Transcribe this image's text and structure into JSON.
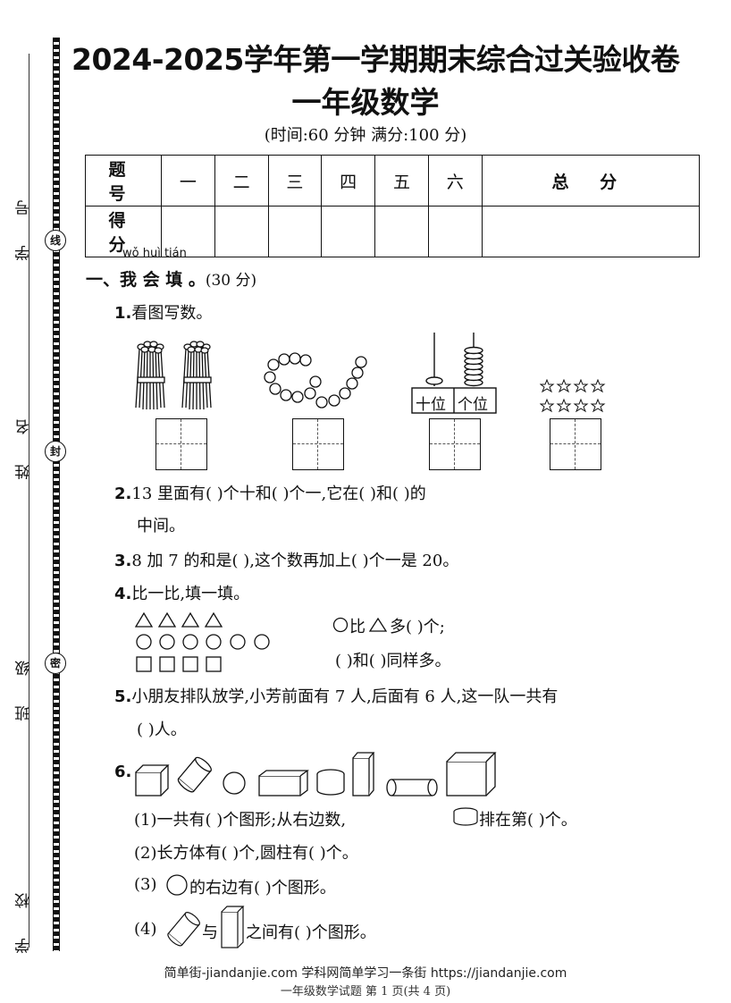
{
  "side": {
    "labels": [
      "学 号",
      "姓 名",
      "班 级",
      "学 校"
    ],
    "seals": [
      "线",
      "封",
      "密"
    ]
  },
  "header": {
    "title": "2024-2025学年第一学期期末综合过关验收卷",
    "subject": "一年级数学",
    "time_info": "(时间:60 分钟   满分:100 分)"
  },
  "score_table": {
    "row1_label": "题 号",
    "row2_label": "得 分",
    "columns": [
      "一",
      "二",
      "三",
      "四",
      "五",
      "六",
      "总 分"
    ]
  },
  "section1": {
    "pinyin": "wǒ huì tián",
    "title": "一、我 会 填 。",
    "points": "(30 分)"
  },
  "questions": {
    "q1": {
      "num": "1.",
      "text": "看图写数。",
      "abacus_tens": "十位",
      "abacus_ones": "个位"
    },
    "q2": {
      "num": "2.",
      "line1": "13 里面有(     )个十和(     )个一,它在(     )和(     )的",
      "line2": "中间。"
    },
    "q3": {
      "num": "3.",
      "text": "8 加 7 的和是(     ),这个数再加上(     )个一是 20。"
    },
    "q4": {
      "num": "4.",
      "text": "比一比,填一填。",
      "line1": "比",
      "line1b": "多(     )个;",
      "line2": "(     )和(     )同样多。"
    },
    "q5": {
      "num": "5.",
      "line1": "小朋友排队放学,小芳前面有 7 人,后面有 6 人,这一队一共有",
      "line2": "(     )人。"
    },
    "q6": {
      "num": "6.",
      "s1a": "(1)一共有(     )个图形;从右边数,",
      "s1b": "排在第(     )个。",
      "s2": "(2)长方体有(     )个,圆柱有(     )个。",
      "s3a": "(3)",
      "s3b": "的右边有(     )个图形。",
      "s4a": "(4)",
      "s4b": "与",
      "s4c": "之间有(     )个图形。"
    }
  },
  "footer": {
    "watermark": "简单街-jiandanjie.com 学科网简单学习一条街 https://jiandanjie.com",
    "page": "一年级数学试题  第 1 页(共 4 页)"
  }
}
